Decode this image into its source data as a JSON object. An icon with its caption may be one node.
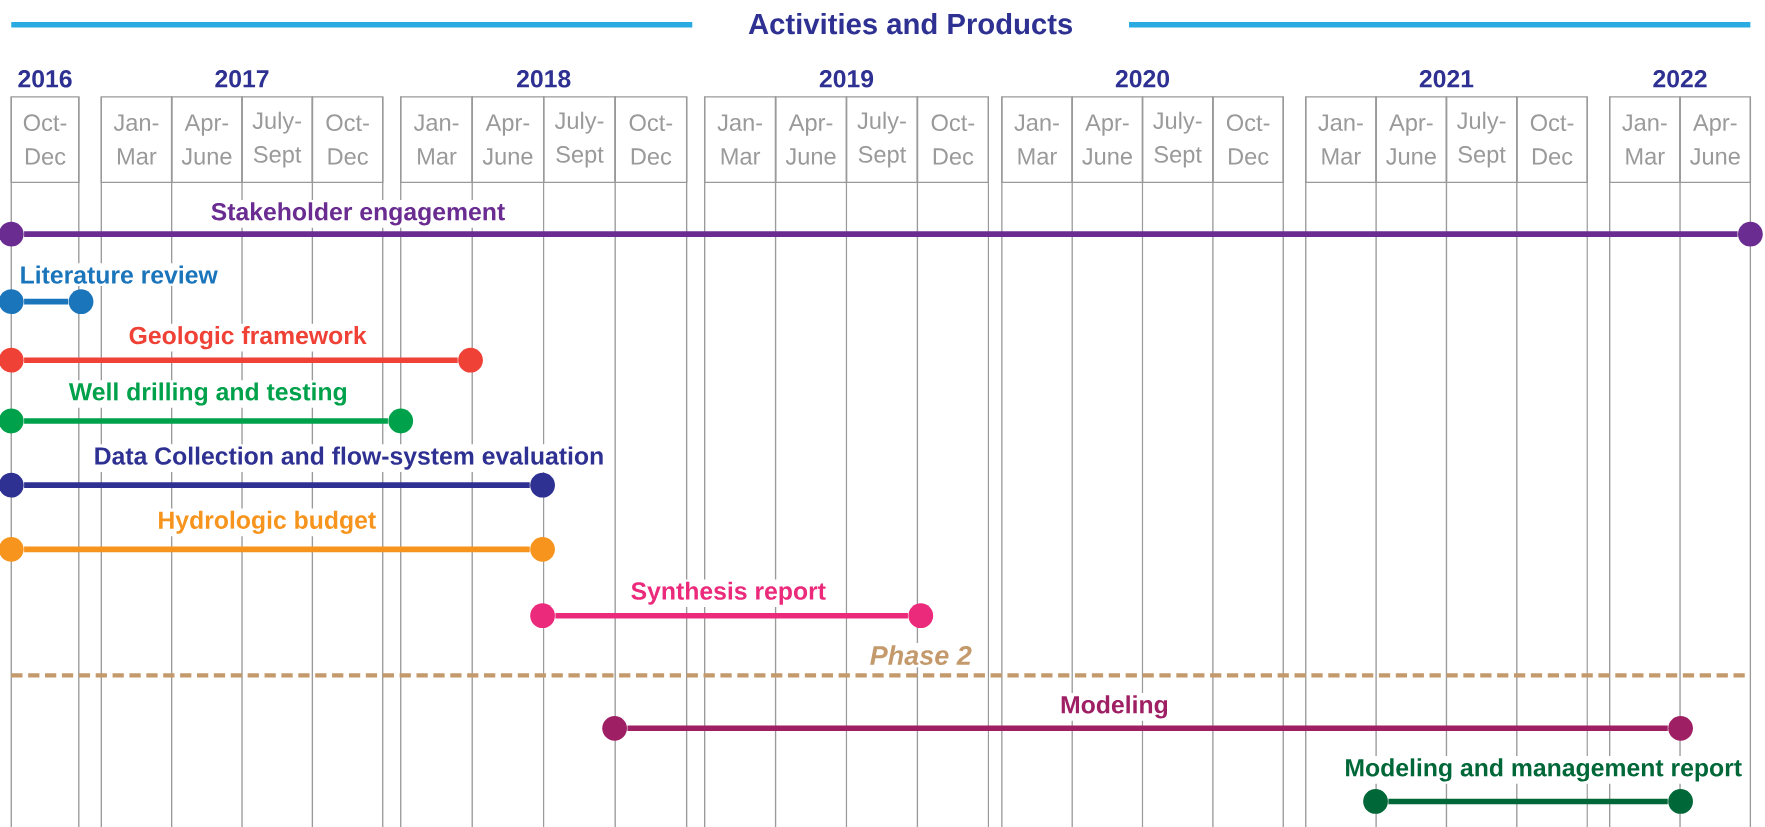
{
  "diagram": {
    "title": "Activities and Products",
    "nodes": [
      {
        "text": [],
        "shape": "circle"
      },
      {
        "text": [],
        "shape": "circle"
      },
      {
        "text": [],
        "shape": "circle"
      },
      {
        "text": [],
        "shape": "circle"
      },
      {
        "text": [],
        "shape": "circle"
      },
      {
        "text": [],
        "shape": "circle"
      },
      {
        "text": [],
        "shape": "circle"
      },
      {
        "text": [],
        "shape": "circle"
      },
      {
        "text": [],
        "shape": "circle"
      },
      {
        "text": [],
        "shape": "circle"
      },
      {
        "text": [],
        "shape": "circle"
      },
      {
        "text": [],
        "shape": "circle"
      },
      {
        "text": [],
        "shape": "circle"
      },
      {
        "text": [],
        "shape": "circle"
      },
      {
        "text": [],
        "shape": "circle"
      },
      {
        "text": [],
        "shape": "circle"
      },
      {
        "text": [],
        "shape": "circle"
      },
      {
        "text": [],
        "shape": "circle"
      }
    ],
    "edges": [
      {
        "from": 0,
        "to": 1,
        "arrow": "none",
        "label": "Stakeholder engagement",
        "color": "#6a2c91"
      },
      {
        "from": 2,
        "to": 3,
        "arrow": "none",
        "label": "Literature review",
        "color": "#1b75bb"
      },
      {
        "from": 4,
        "to": 5,
        "arrow": "none",
        "label": "Geologic framework",
        "color": "#ef4136"
      },
      {
        "from": 6,
        "to": 7,
        "arrow": "none",
        "label": "Well drilling and testing",
        "color": "#00a14b"
      },
      {
        "from": 8,
        "to": 9,
        "arrow": "none",
        "label": "Data Collection and flow-system evaluation",
        "color": "#2e3192"
      },
      {
        "from": 10,
        "to": 11,
        "arrow": "none",
        "label": "Hydrologic budget",
        "color": "#f7941d"
      },
      {
        "from": 12,
        "to": 13,
        "arrow": "none",
        "label": "Synthesis report",
        "color": "#ec2a7b"
      },
      {
        "from": 14,
        "to": 15,
        "arrow": "none",
        "label": "Modeling",
        "color": "#9e1f63"
      },
      {
        "from": 16,
        "to": 17,
        "arrow": "none",
        "label": "Modeling and management report",
        "color": "#006838"
      }
    ],
    "labels": [
      "2016",
      "2017",
      "2018",
      "2019",
      "2020",
      "2021",
      "2022",
      "Oct- Dec",
      "Jan- Mar",
      "Apr- June",
      "July- Sept",
      "Oct- Dec",
      "Jan- Mar",
      "Apr- June",
      "July- Sept",
      "Oct- Dec",
      "Jan- Mar",
      "Apr- June",
      "July- Sept",
      "Oct- Dec",
      "Jan- Mar",
      "Apr- June",
      "July- Sept",
      "Oct- Dec",
      "Jan- Mar",
      "Apr- June",
      "July- Sept",
      "Oct- Dec",
      "Jan- Mar",
      "Apr- June",
      "Phase 2"
    ]
  }
}
